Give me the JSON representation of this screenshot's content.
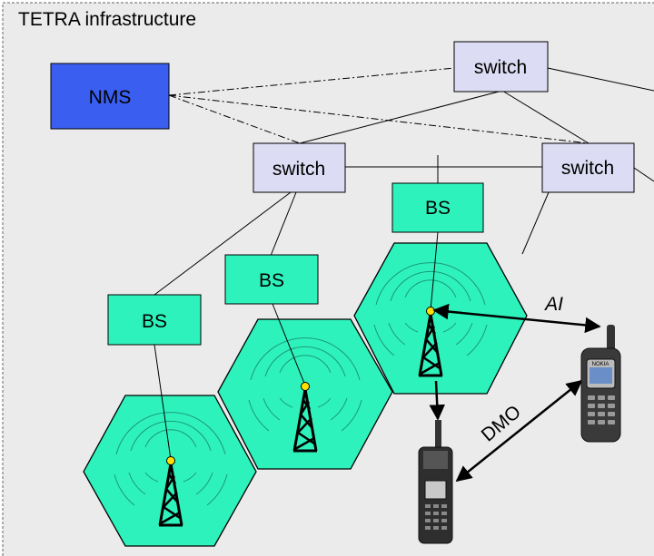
{
  "title": "TETRA infrastructure",
  "nodes": {
    "nms": "NMS",
    "switch_top": "switch",
    "switch_mid": "switch",
    "switch_right": "switch",
    "bs_1": "BS",
    "bs_2": "BS",
    "bs_3": "BS"
  },
  "links": {
    "ai": "AI",
    "dmo": "DMO"
  },
  "phone_brand": "NOKIA",
  "colors": {
    "nms_fill": "#3a5ff0",
    "switch_fill": "#dcdcf4",
    "bs_fill": "#2ef2bc",
    "cell_fill": "#2ef2bc",
    "background": "#ebebeb"
  },
  "icons": [
    "radio-tower-icon",
    "handheld-radio-icon",
    "mobile-phone-icon"
  ]
}
